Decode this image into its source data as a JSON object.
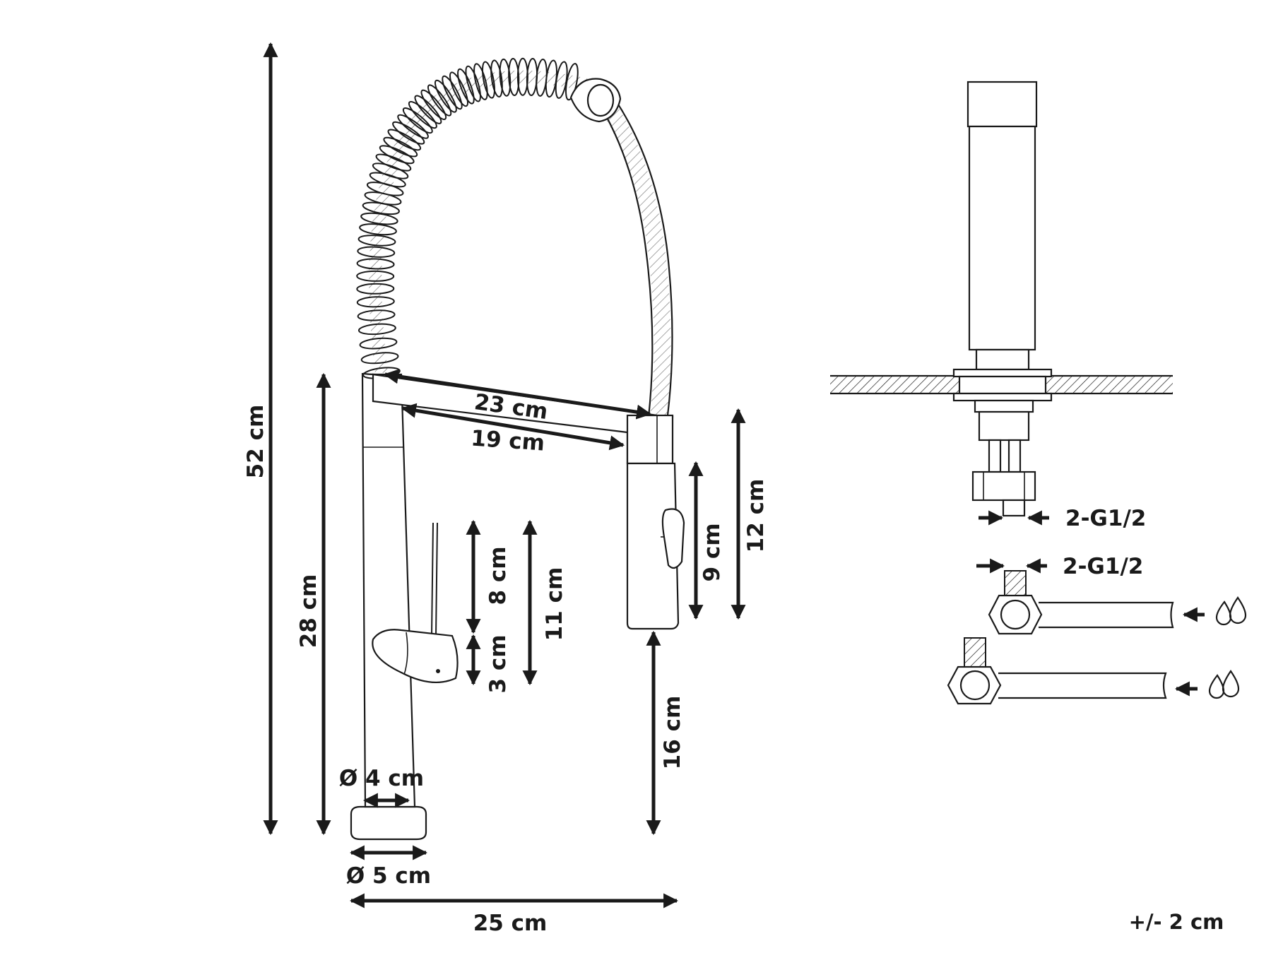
{
  "dimensions": {
    "total_height": "52 cm",
    "body_height": "28 cm",
    "hose_width": "23 cm",
    "spout_reach": "19 cm",
    "lever_height": "8 cm",
    "lever_base": "3 cm",
    "lever_total": "11 cm",
    "head_length": "9 cm",
    "head_total": "12 cm",
    "head_clearance": "16 cm",
    "body_diameter": "Ø 4 cm",
    "base_diameter": "Ø 5 cm",
    "total_width": "25 cm"
  },
  "connections": {
    "top": "2-G1/2",
    "bottom": "2-G1/2"
  },
  "tolerance": "+/- 2 cm",
  "icons": [
    "hot-water-drops-icon",
    "cold-water-drops-icon"
  ]
}
